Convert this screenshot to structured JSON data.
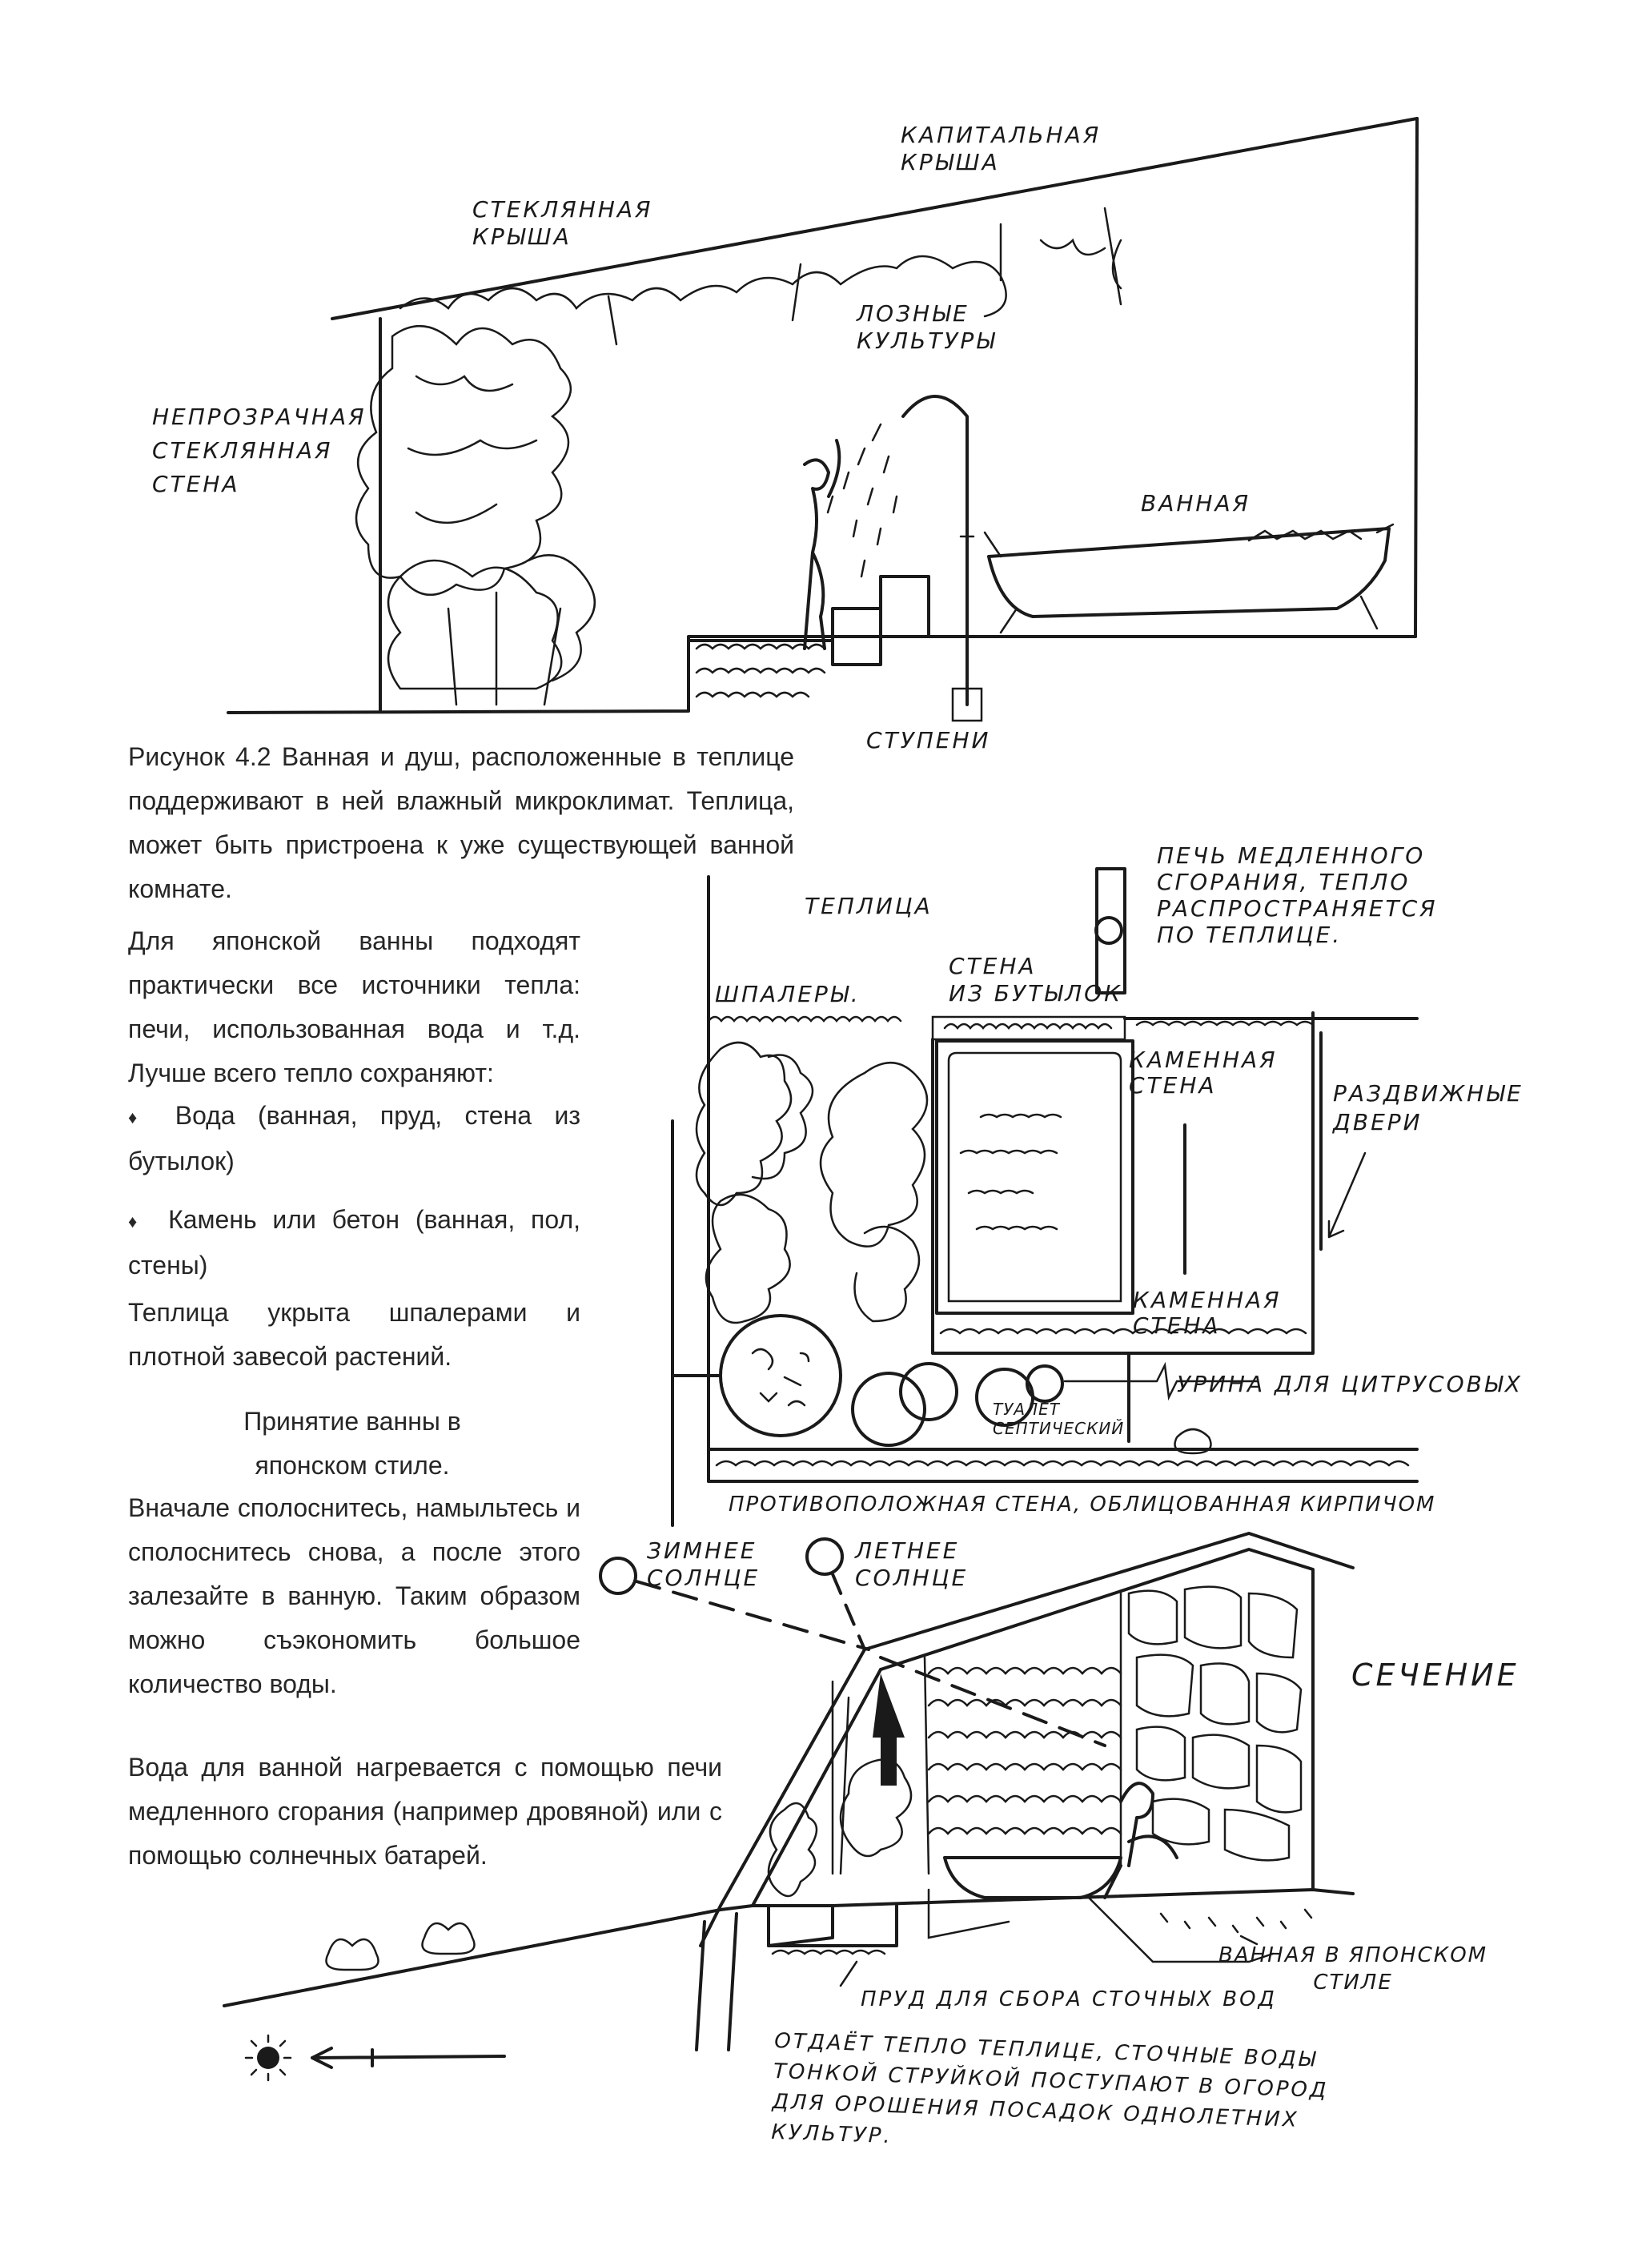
{
  "figure1": {
    "labels": {
      "capital_roof": "КАПИТАЛЬНАЯ\nКРЫША",
      "glass_roof": "СТЕКЛЯННАЯ\nКРЫША",
      "vines": "ЛОЗНЫЕ\nКУЛЬТУРЫ",
      "opaque_wall": "НЕПРОЗРАЧНАЯ\nСТЕКЛЯННАЯ\nСТЕНА",
      "bath": "ВАННАЯ",
      "steps": "СТУПЕНИ"
    },
    "caption": "Рисунок 4.2 Ванная и душ, расположенные в теплице поддерживают в ней влажный микроклимат. Теплица, может быть пристроена к уже существующей ванной комнате."
  },
  "body": {
    "heat_sources": "Для японской ванны подходят практически все источники тепла: печи, использованная вода и т.д. Лучше всего тепло сохраняют:",
    "bullet_symbol": "♦",
    "bullets": [
      "Вода (ванная, пруд, стена из бутылок)",
      "Камень или бетон (ванная, пол, стены)"
    ],
    "trellis": "Теплица укрыта шпалерами и плотной завесой растений.",
    "japanese_heading": "Принятие ванны в японском стиле.",
    "japanese_text": "Вначале сполоснитесь, намыльтесь и сполоснитесь снова, а после этого залезайте в ванную. Таким образом можно съэкономить большое количество воды.",
    "water_heating": "Вода для ванной нагревается с помощью печи медленного сгорания (например дровяной) или с помощью солнечных батарей."
  },
  "figure2": {
    "labels": {
      "stove": "ПЕЧЬ МЕДЛЕННОГО\nСГОРАНИЯ, ТЕПЛО\nРАСПРОСТРАНЯЕТСЯ\nПО ТЕПЛИЦЕ.",
      "greenhouse": "ТЕПЛИЦА",
      "bottle_wall": "СТЕНА\nИЗ БУТЫЛОК",
      "trellises": "ШПАЛЕРЫ.",
      "stone_wall_top": "КАМЕННАЯ\nСТЕНА",
      "sliding_doors": "РАЗДВИЖНЫЕ\nДВЕРИ",
      "stone_wall_bottom": "КАМЕННАЯ\nСТЕНА",
      "urine": "УРИНА ДЛЯ ЦИТРУСОВЫХ",
      "toilet": "ТУАЛЕТ\nСЕПТИЧЕСКИЙ",
      "opposite_wall": "ПРОТИВОПОЛОЖНАЯ СТЕНА, ОБЛИЦОВАННАЯ КИРПИЧОМ"
    }
  },
  "figure3": {
    "labels": {
      "winter_sun": "ЗИМНЕЕ\nСОЛНЦЕ",
      "summer_sun": "ЛЕТНЕЕ\nСОЛНЦЕ",
      "section": "СЕЧЕНИЕ",
      "japanese_bath": "ВАННАЯ В ЯПОНСКОМ\nСТИЛЕ",
      "pond": "ПРУД ДЛЯ СБОРА СТОЧНЫХ ВОД",
      "pond_note": "ОТДАЁТ ТЕПЛО ТЕПЛИЦЕ, СТОЧНЫЕ ВОДЫ\nТОНКОЙ СТРУЙКОЙ ПОСТУПАЮТ В ОГОРОД\nДЛЯ ОРОШЕНИЯ ПОСАДОК ОДНОЛЕТНИХ\nКУЛЬТУР."
    }
  }
}
